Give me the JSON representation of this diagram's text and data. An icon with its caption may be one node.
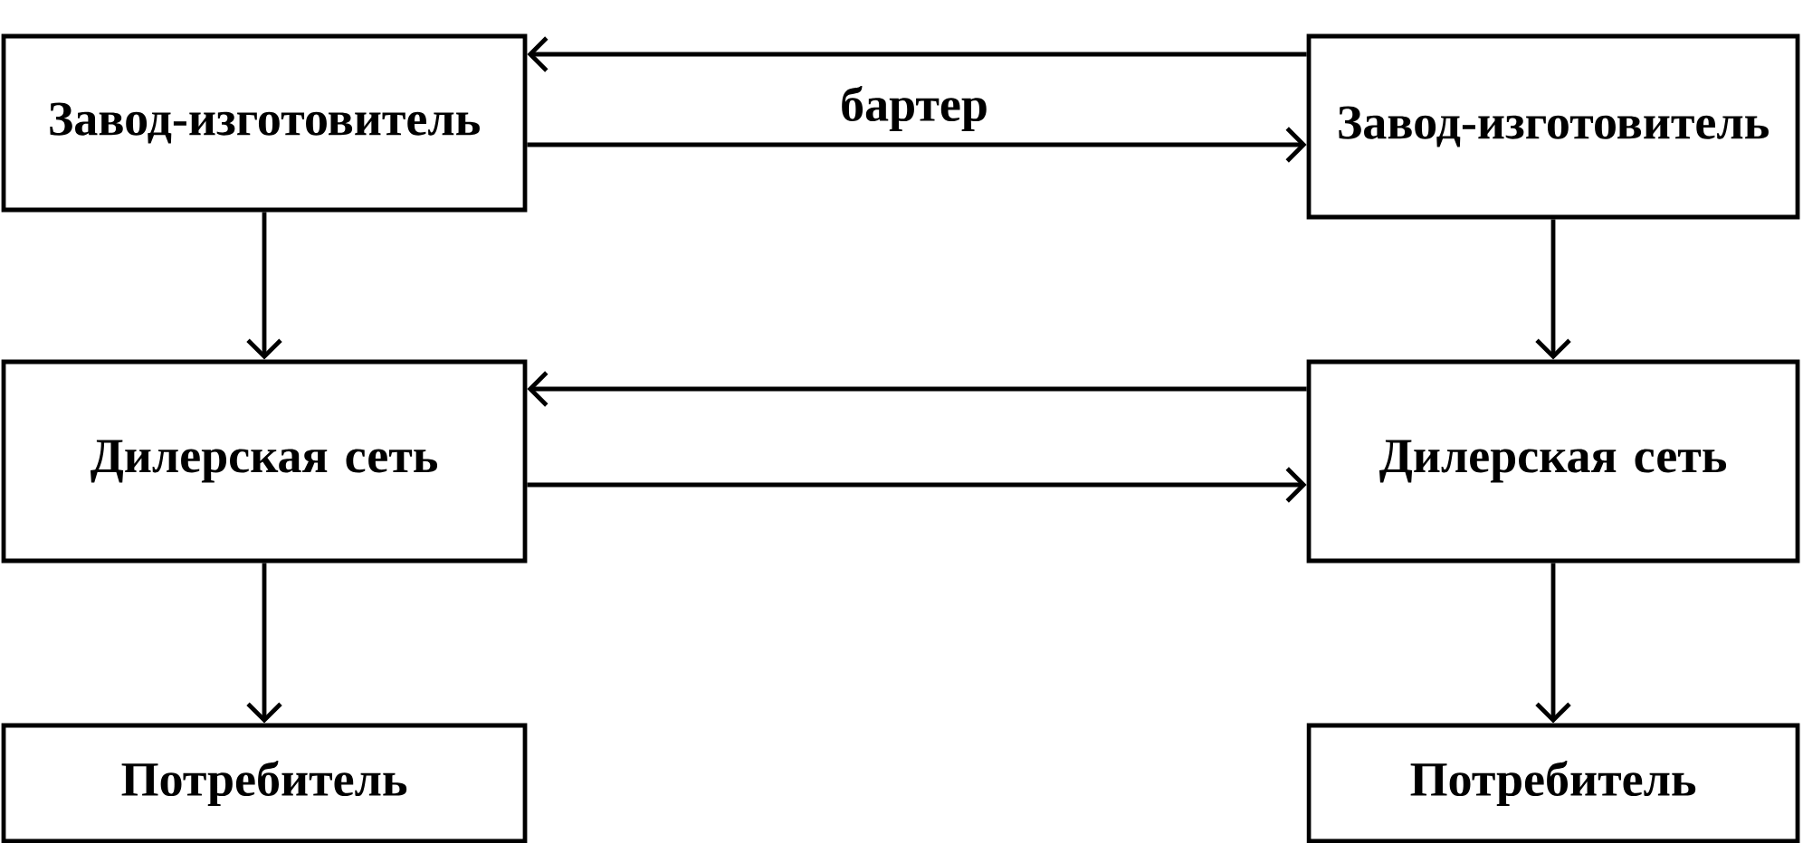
{
  "diagram": {
    "nodes": [
      {
        "text": [
          "Завод-изготовитель"
        ]
      },
      {
        "text": [
          "Завод-изготовитель"
        ]
      },
      {
        "text": [
          "Дилерская сеть"
        ]
      },
      {
        "text": [
          "Дилерская сеть"
        ]
      },
      {
        "text": [
          "Потребитель"
        ]
      },
      {
        "text": [
          "Потребитель"
        ]
      }
    ],
    "edges": [
      {
        "from": 1,
        "to": 0,
        "arrow": "to"
      },
      {
        "from": 0,
        "to": 1,
        "arrow": "to",
        "label": "бартер"
      },
      {
        "from": 0,
        "to": 2,
        "arrow": "to"
      },
      {
        "from": 1,
        "to": 3,
        "arrow": "to"
      },
      {
        "from": 3,
        "to": 2,
        "arrow": "to"
      },
      {
        "from": 2,
        "to": 3,
        "arrow": "to"
      },
      {
        "from": 2,
        "to": 4,
        "arrow": "to"
      },
      {
        "from": 3,
        "to": 5,
        "arrow": "to"
      }
    ]
  }
}
